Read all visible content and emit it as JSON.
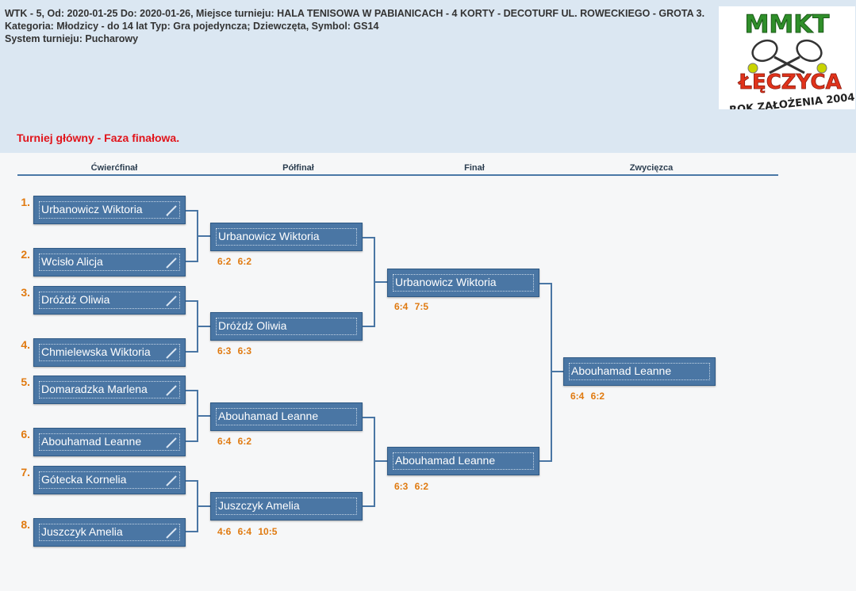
{
  "header": {
    "line1": "WTK - 5, Od: 2020-01-25 Do: 2020-01-26, Miejsce turnieju: HALA TENISOWA W PABIANICACH - 4 KORTY - DECOTURF UL. ROWECKIEGO - GROTA 3.",
    "line2": "Kategoria: Młodzicy - do 14 lat Typ: Gra pojedyncza; Dziewczęta, Symbol: GS14",
    "line3": "System turnieju: Pucharowy"
  },
  "logo": {
    "top": "MMKT",
    "city": "ŁĘCZYCA",
    "founded": "ROK ZAŁOŻENIA 2004"
  },
  "subtitle": "Turniej główny - Faza finałowa.",
  "columns": [
    "Ćwierćfinał",
    "Półfinał",
    "Finał",
    "Zwycięzca"
  ],
  "quarterfinal": [
    {
      "seed": "1.",
      "name": "Urbanowicz Wiktoria"
    },
    {
      "seed": "2.",
      "name": "Wcisło Alicja"
    },
    {
      "seed": "3.",
      "name": "Dróżdż Oliwia"
    },
    {
      "seed": "4.",
      "name": "Chmielewska Wiktoria"
    },
    {
      "seed": "5.",
      "name": "Domaradzka Marlena"
    },
    {
      "seed": "6.",
      "name": "Abouhamad Leanne"
    },
    {
      "seed": "7.",
      "name": "Gótecka Kornelia"
    },
    {
      "seed": "8.",
      "name": "Juszczyk Amelia"
    }
  ],
  "semifinal": [
    {
      "name": "Urbanowicz Wiktoria",
      "score": "6:2 6:2"
    },
    {
      "name": "Dróżdż Oliwia",
      "score": "6:3 6:3"
    },
    {
      "name": "Abouhamad Leanne",
      "score": "6:4 6:2"
    },
    {
      "name": "Juszczyk Amelia",
      "score": "4:6 6:4 10:5"
    }
  ],
  "final": [
    {
      "name": "Urbanowicz Wiktoria",
      "score": "6:4 7:5"
    },
    {
      "name": "Abouhamad Leanne",
      "score": "6:3 6:2"
    }
  ],
  "winner": {
    "name": "Abouhamad Leanne",
    "score": "6:4 6:2"
  },
  "colors": {
    "box": "#4a76a4",
    "score": "#e07a10",
    "subtitle": "#e1141b"
  }
}
